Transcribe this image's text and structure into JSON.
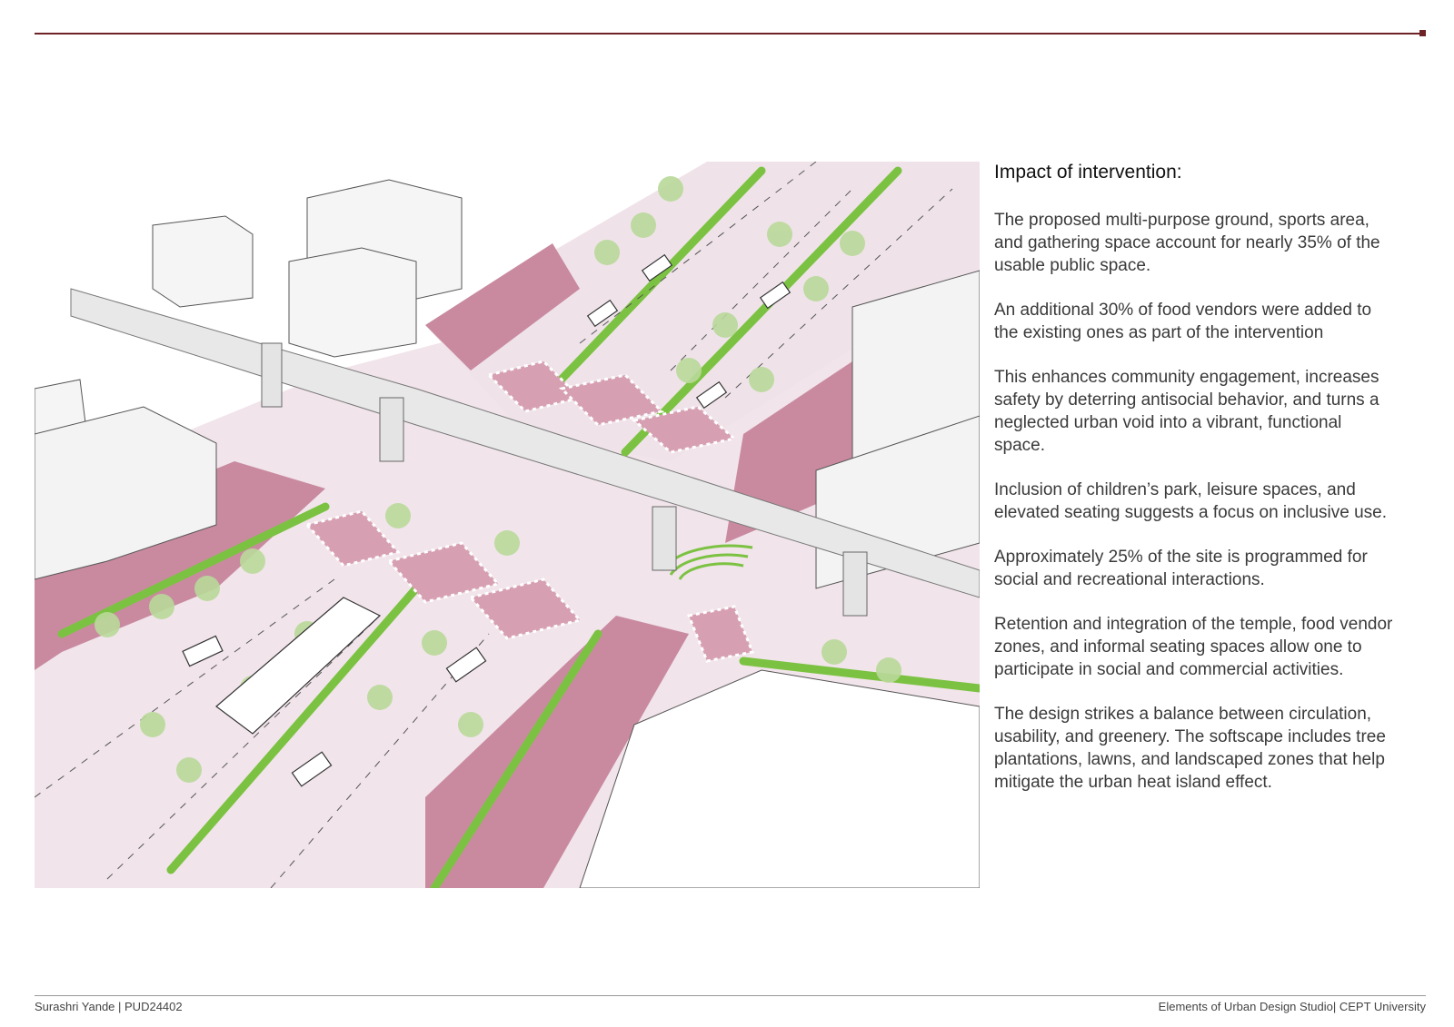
{
  "heading": "Impact of intervention:",
  "paragraphs": [
    "The proposed multi-purpose ground, sports area, and gathering space account for nearly 35% of the usable public space.",
    "An additional 30% of food vendors were added to the existing ones as part of the intervention",
    "This enhances community engagement, increases safety by deterring antisocial behavior, and turns a neglected urban void into a vibrant, functional space.",
    "Inclusion of children’s park, leisure spaces, and elevated seating suggests a focus on inclusive use.",
    "Approximately 25% of the site is programmed for social and recreational interactions.",
    "Retention and integration of the temple, food vendor zones, and informal seating spaces allow one to participate in social and commercial activities.",
    "The design strikes a balance between circulation, usability, and greenery. The softscape includes tree plantations, lawns, and landscaped zones that help mitigate the urban heat island effect."
  ],
  "footer": {
    "left": "Surashri Yande | PUD24402",
    "right": "Elements of Urban Design Studio| CEPT University"
  },
  "colors": {
    "accent_rule": "#6e2426",
    "footpath_pink": "#c98aa0",
    "road_light": "#f1e4ea",
    "green_median": "#7cc242",
    "tree_green": "#b9d99a"
  }
}
